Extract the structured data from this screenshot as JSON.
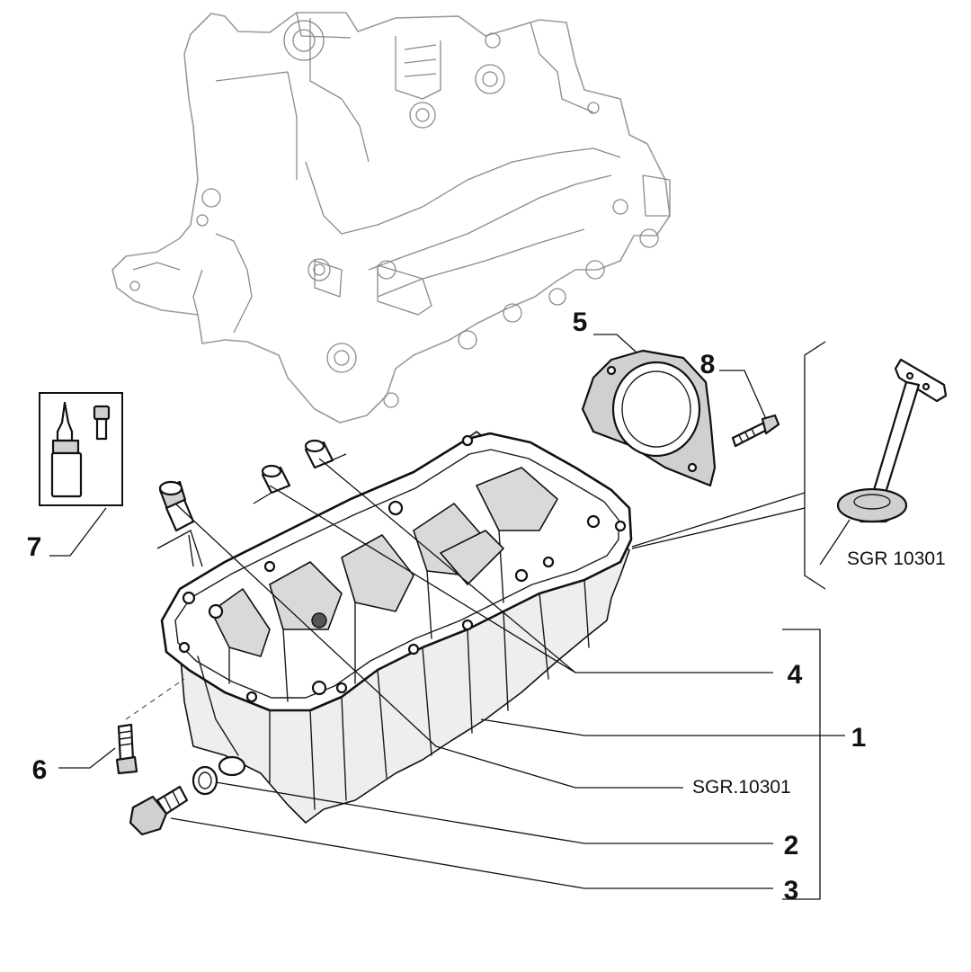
{
  "callouts": {
    "c1": "1",
    "c2": "2",
    "c3": "3",
    "c4": "4",
    "c5": "5",
    "c6": "6",
    "c7": "7",
    "c8": "8"
  },
  "references": {
    "dipstick_ref": "SGR 10301",
    "pan_ref": "SGR.10301"
  }
}
